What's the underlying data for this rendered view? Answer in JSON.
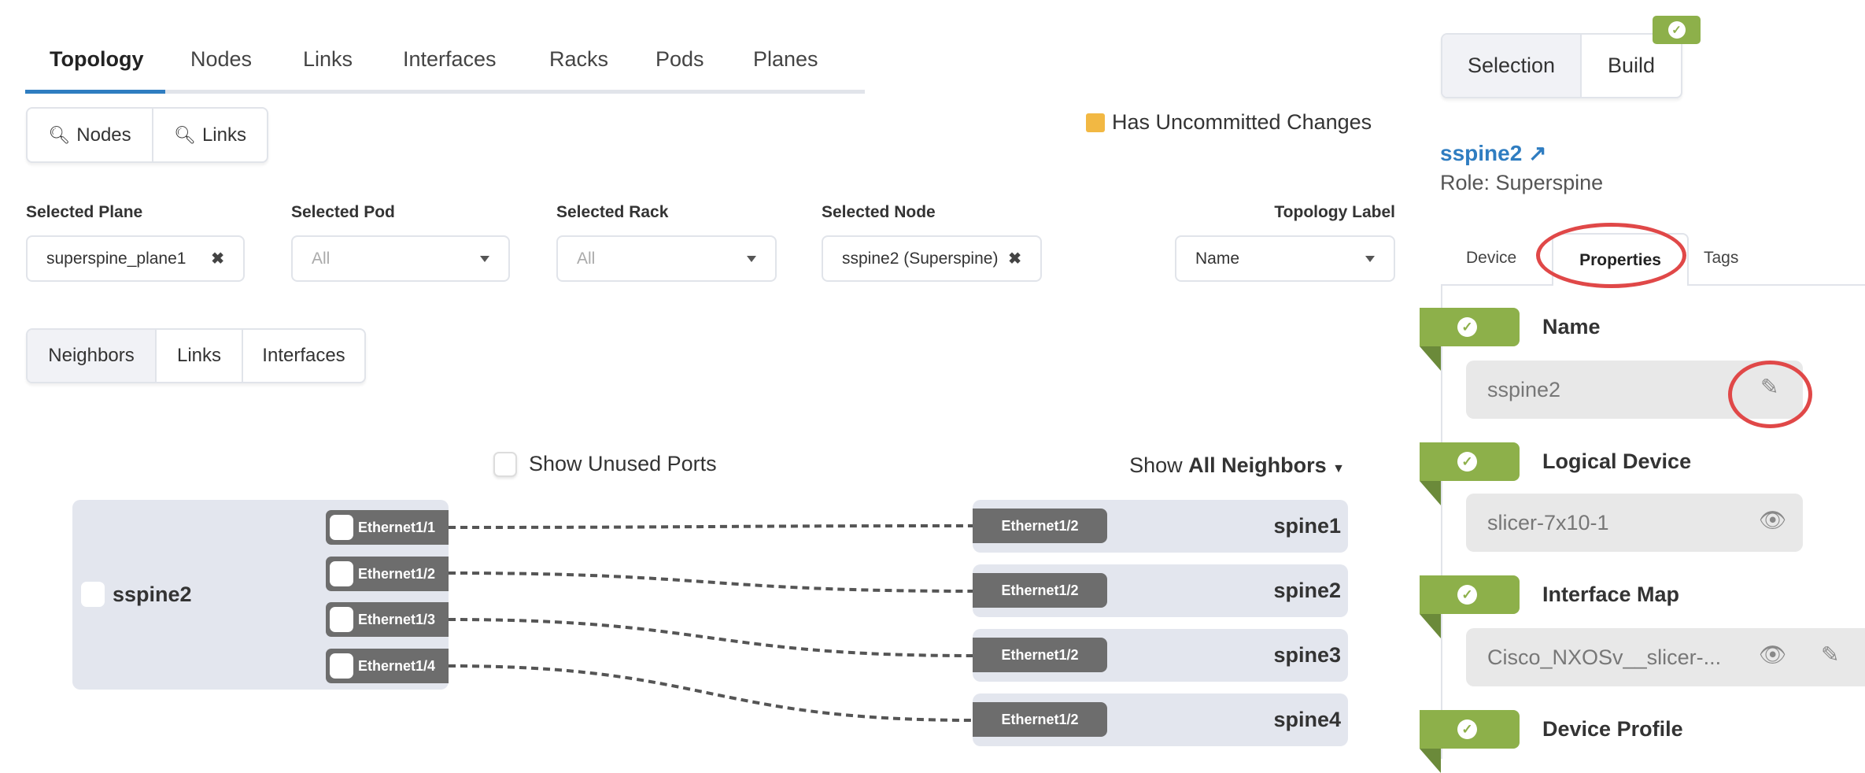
{
  "tabs": [
    {
      "label": "Topology",
      "active": true
    },
    {
      "label": "Nodes"
    },
    {
      "label": "Links"
    },
    {
      "label": "Interfaces"
    },
    {
      "label": "Racks"
    },
    {
      "label": "Pods"
    },
    {
      "label": "Planes"
    }
  ],
  "search": {
    "nodes": "Nodes",
    "links": "Links"
  },
  "legend": {
    "uncommitted": "Has Uncommitted Changes",
    "color": "#f2b843"
  },
  "filters": {
    "plane": {
      "label": "Selected Plane",
      "value": "superspine_plane1"
    },
    "pod": {
      "label": "Selected Pod",
      "placeholder": "All"
    },
    "rack": {
      "label": "Selected Rack",
      "placeholder": "All"
    },
    "node": {
      "label": "Selected Node",
      "value": "sspine2 (Superspine)"
    },
    "topology_label": {
      "label": "Topology Label",
      "value": "Name"
    }
  },
  "view_tabs": {
    "neighbors": "Neighbors",
    "links": "Links",
    "interfaces": "Interfaces"
  },
  "show_unused_ports": "Show Unused Ports",
  "show_neighbors": {
    "prefix": "Show",
    "value": "All Neighbors"
  },
  "topology": {
    "node": "sspine2",
    "ports": [
      "Ethernet1/1",
      "Ethernet1/2",
      "Ethernet1/3",
      "Ethernet1/4"
    ],
    "neighbors": [
      {
        "name": "spine1",
        "port": "Ethernet1/2"
      },
      {
        "name": "spine2",
        "port": "Ethernet1/2"
      },
      {
        "name": "spine3",
        "port": "Ethernet1/2"
      },
      {
        "name": "spine4",
        "port": "Ethernet1/2"
      }
    ]
  },
  "panel": {
    "selection": "Selection",
    "build": "Build",
    "title": "sspine2",
    "role": "Role: Superspine",
    "tabs": {
      "device": "Device",
      "properties": "Properties",
      "tags": "Tags"
    },
    "sections": [
      {
        "title": "Name",
        "value": "sspine2"
      },
      {
        "title": "Logical Device",
        "value": "slicer-7x10-1"
      },
      {
        "title": "Interface Map",
        "value": "Cisco_NXOSv__slicer-..."
      },
      {
        "title": "Device Profile"
      }
    ],
    "accent": "#8db04a",
    "link_color": "#2f7dc1",
    "highlight": "#e04848"
  }
}
